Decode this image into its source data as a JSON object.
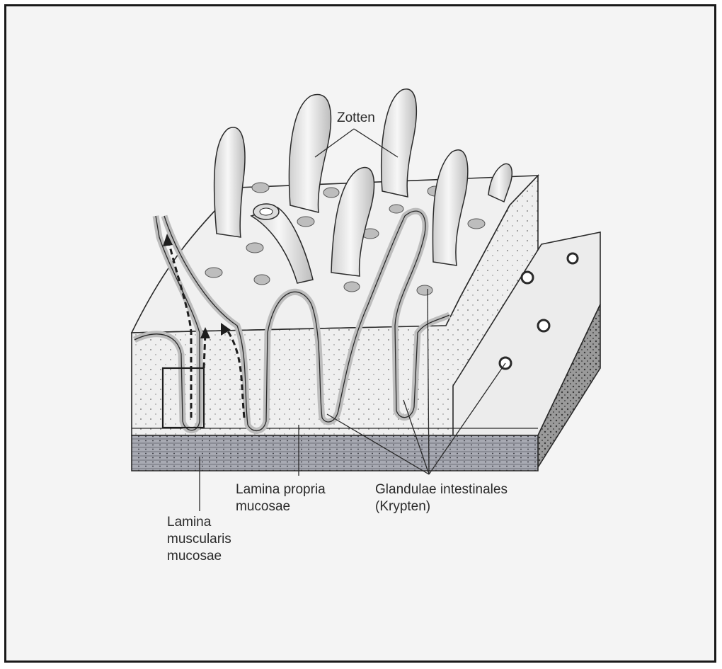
{
  "labels": {
    "zotten": "Zotten",
    "lamina_propria_1": "Lamina propria",
    "lamina_propria_2": "mucosae",
    "glandulae_1": "Glandulae intestinales",
    "glandulae_2": "(Krypten)",
    "muscularis_1": "Lamina",
    "muscularis_2": "muscularis",
    "muscularis_3": "mucosae"
  },
  "colors": {
    "background": "#f4f4f4",
    "line": "#2a2a2a",
    "tissue": "#efefef",
    "muscle": "#9a9ca6",
    "villus": "#e2e2e2"
  }
}
